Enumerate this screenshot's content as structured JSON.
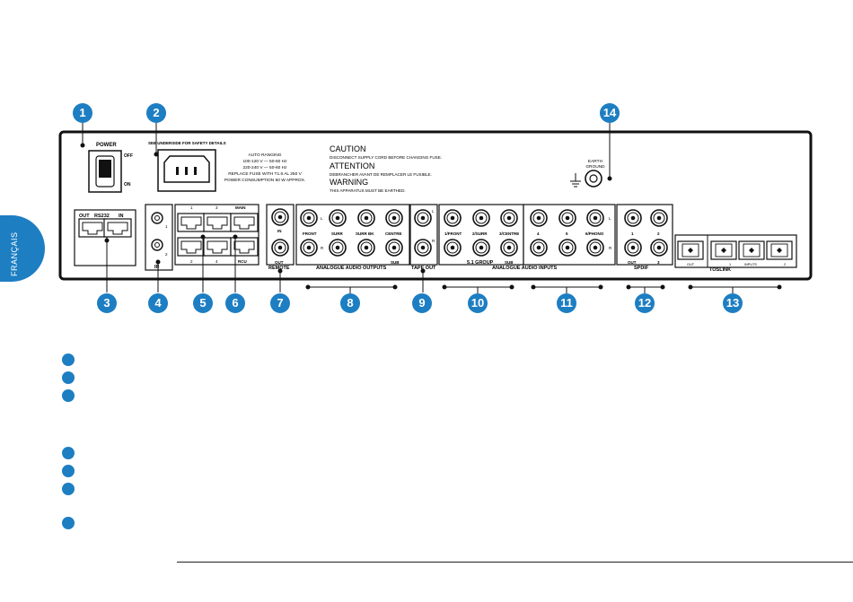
{
  "sidetab": {
    "label": "FRANÇAIS"
  },
  "callouts": [
    "1",
    "2",
    "3",
    "4",
    "5",
    "6",
    "7",
    "8",
    "9",
    "10",
    "11",
    "12",
    "13",
    "14"
  ],
  "panel": {
    "power": {
      "title": "POWER",
      "off": "OFF",
      "on": "ON"
    },
    "fuse_note": "SEE UNDERSIDE FOR SAFETY DETAILS",
    "ranging": [
      "AUTO RANGING",
      "100-120 V — 50-60 Hz",
      "220-240 V — 50-60 Hz",
      "REPLACE FUSE WITH T1.6 AL 250 V",
      "POWER CONSUMPTION 50 W APPROX."
    ],
    "caution": {
      "title": "CAUTION",
      "text": "DISCONNECT SUPPLY CORD BEFORE CHANGING FUSE."
    },
    "attention": {
      "title": "ATTENTION",
      "text": "DEBRANCHER AVANT DE REMPLACER LE FUSIBLE."
    },
    "warning": {
      "title": "WARNING",
      "text": "THIS APPARATUS MUST BE EARTHED."
    },
    "earth": [
      "EARTH",
      "GROUND"
    ],
    "rs232": {
      "out": "OUT",
      "title": "RS232",
      "in": "IN"
    },
    "ir": {
      "label": "IR",
      "j1": "1",
      "j2": "2"
    },
    "rj": {
      "t1": "1",
      "t3": "3",
      "main": "MAIN",
      "b2": "2",
      "b4": "4",
      "rcu": "RCU"
    },
    "remote": {
      "label": "REMOTE",
      "in": "IN",
      "out": "OUT"
    },
    "analogue_out": {
      "label": "ANALOGUE AUDIO OUTPUTS",
      "front": "FRONT",
      "surr": "SURR",
      "surrbk": "SURR BK",
      "centre": "CENTRE",
      "sub": "SUB",
      "l": "L",
      "r": "R"
    },
    "tape": {
      "label": "TAPE OUT",
      "l": "L",
      "r": "R"
    },
    "group51": {
      "label": "5.1 GROUP",
      "front": "1/FRONT",
      "surr": "2/SURR",
      "centre": "3/CENTRE",
      "sub": "SUB"
    },
    "analogue_in": {
      "label": "ANALOGUE AUDIO INPUTS",
      "c4": "4",
      "c5": "5",
      "phono": "6/PHONO",
      "l": "L",
      "r": "R"
    },
    "spdif": {
      "label": "SPDIF",
      "c1": "1",
      "c2": "2",
      "out": "OUT",
      "c3": "3"
    },
    "toslink": {
      "label": "TOSLINK",
      "out": "OUT",
      "in1": "1",
      "inputs": "INPUTS",
      "in2": "2"
    }
  }
}
